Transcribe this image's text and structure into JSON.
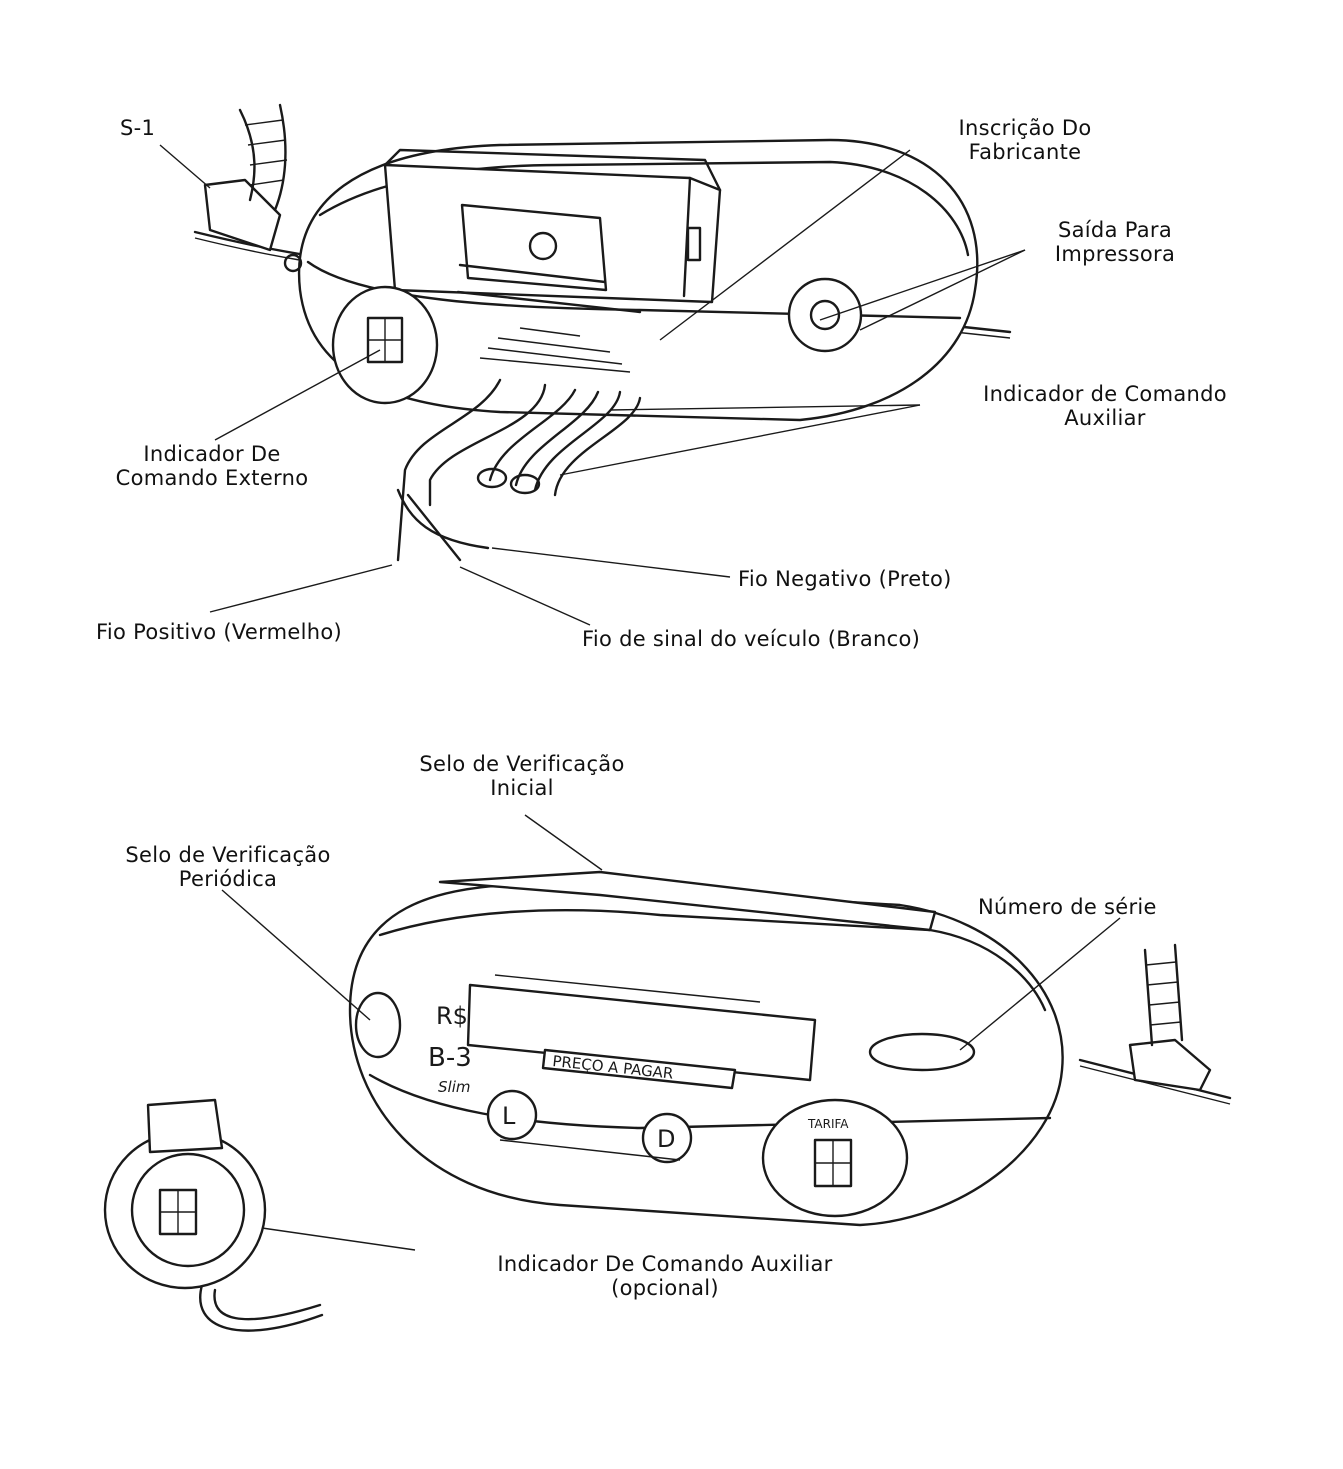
{
  "top_diagram": {
    "labels": {
      "s1": "S-1",
      "manufacturer": [
        "Inscrição Do",
        "Fabricante"
      ],
      "printer_output": [
        "Saída Para",
        "Impressora"
      ],
      "aux_cmd_indicator": [
        "Indicador de Comando",
        "Auxiliar"
      ],
      "ext_cmd_indicator": [
        "Indicador De",
        "Comando Externo"
      ],
      "wire_negative": "Fio Negativo (Preto)",
      "wire_positive": "Fio Positivo (Vermelho)",
      "wire_signal": "Fio de sinal do veículo  (Branco)"
    }
  },
  "bottom_diagram": {
    "labels": {
      "initial_seal": [
        "Selo de Verificação",
        "Inicial"
      ],
      "periodic_seal": [
        "Selo de Verificação",
        "Periódica"
      ],
      "serial_number": "Número de série",
      "aux_cmd_optional": [
        "Indicador De Comando Auxiliar",
        "(opcional)"
      ]
    },
    "device_text": {
      "currency": "R$",
      "model": "B-3",
      "model_sub": "Slim",
      "price_to_pay": "PREÇO A PAGAR",
      "button_l": "L",
      "button_d": "D",
      "tarifa": "TARIFA"
    }
  }
}
